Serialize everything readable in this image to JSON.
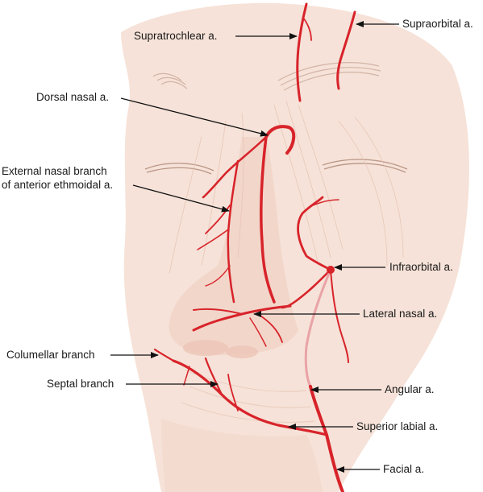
{
  "figure": {
    "colors": {
      "artery": "#d8232a",
      "artery_pale": "#e9a3a6",
      "skin": "#f6e2d8",
      "skin_line": "#e7c3b4",
      "leader": "#111111",
      "label_text": "#1a1a1a"
    },
    "labels": {
      "supratrochlear": "Supratrochlear a.",
      "supraorbital": "Supraorbital a.",
      "dorsal_nasal": "Dorsal nasal a.",
      "external_nasal_line1": "External nasal branch",
      "external_nasal_line2": "of anterior ethmoidal a.",
      "infraorbital": "Infraorbital a.",
      "lateral_nasal": "Lateral nasal a.",
      "columellar": "Columellar branch",
      "septal": "Septal branch",
      "angular": "Angular a.",
      "superior_labial": "Superior labial a.",
      "facial": "Facial a."
    }
  }
}
